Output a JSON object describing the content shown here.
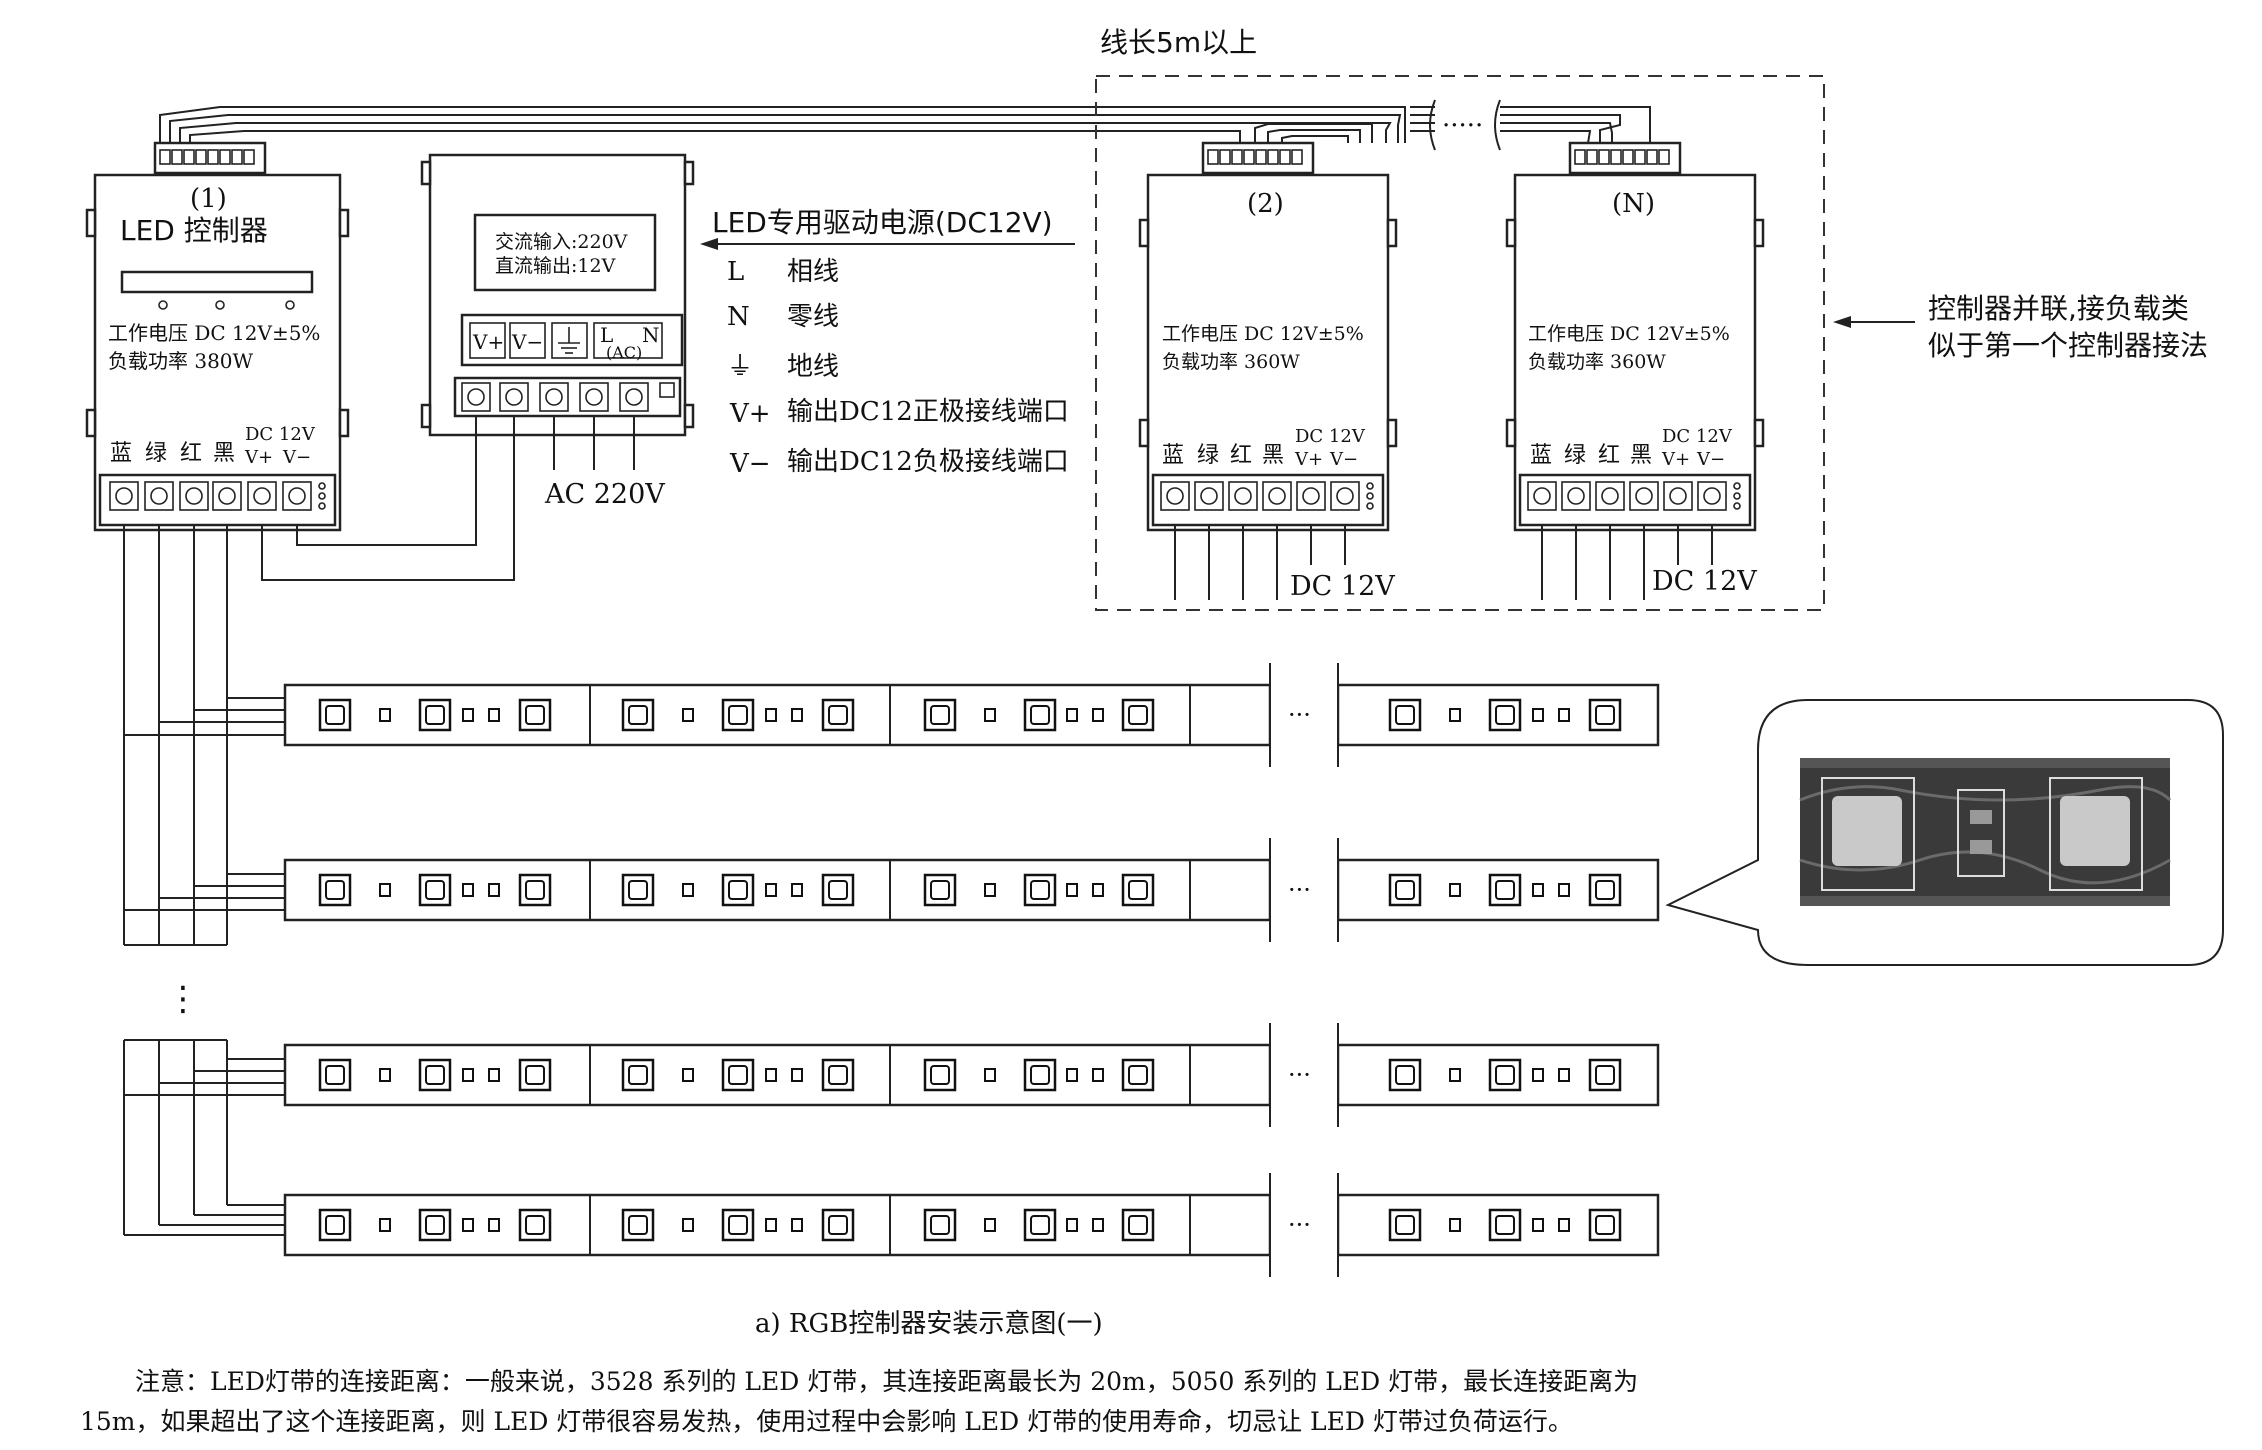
{
  "header": {
    "cable_length": "线长5m以上"
  },
  "controllers": [
    {
      "index": "(1)",
      "title": "LED 控制器",
      "voltage": "工作电压 DC 12V±5%",
      "power": "负载功率 380W",
      "terminals": [
        "蓝",
        "绿",
        "红",
        "黑"
      ],
      "dc_label": "DC 12V",
      "vplus": "V+",
      "vminus": "V−"
    },
    {
      "index": "(2)",
      "voltage": "工作电压 DC 12V±5%",
      "power": "负载功率 360W",
      "terminals": [
        "蓝",
        "绿",
        "红",
        "黑"
      ],
      "dc_label": "DC 12V",
      "vplus": "V+",
      "vminus": "V−",
      "output": "DC 12V"
    },
    {
      "index": "(N)",
      "voltage": "工作电压  DC  12V±5%",
      "power": "负载功率 360W",
      "terminals": [
        "蓝",
        "绿",
        "红",
        "黑"
      ],
      "dc_label": "DC 12V",
      "vplus": "V+",
      "vminus": "V−",
      "output": "DC 12V"
    }
  ],
  "power_supply": {
    "ac_in": "交流输入:220V",
    "dc_out": "直流输出:12V",
    "terminals": [
      "V+",
      "V−",
      "L",
      "N",
      "(AC)"
    ],
    "ac_label": "AC 220V"
  },
  "legend": {
    "title": "LED专用驱动电源(DC12V)",
    "items": [
      {
        "symbol": "L",
        "text": "相线"
      },
      {
        "symbol": "N",
        "text": "零线"
      },
      {
        "symbol": "⏚",
        "text": "地线"
      },
      {
        "symbol": "V+",
        "text": "输出DC12正极接线端口"
      },
      {
        "symbol": "V−",
        "text": "输出DC12负极接线端口"
      }
    ]
  },
  "parallel_note": {
    "line1": "控制器并联,接负载类",
    "line2": "似于第一个控制器接法"
  },
  "strips": {
    "count": 4,
    "ellipsis": "···",
    "vertical_ellipsis": "⋮"
  },
  "caption": "a) RGB控制器安装示意图(一)",
  "note": {
    "line1": "注意：LED灯带的连接距离：一般来说，3528 系列的 LED 灯带，其连接距离最长为 20m，5050 系列的 LED 灯带，最长连接距离为",
    "line2": "15m，如果超出了这个连接距离，则 LED 灯带很容易发热，使用过程中会影响 LED 灯带的使用寿命，切忌让 LED 灯带过负荷运行。"
  }
}
